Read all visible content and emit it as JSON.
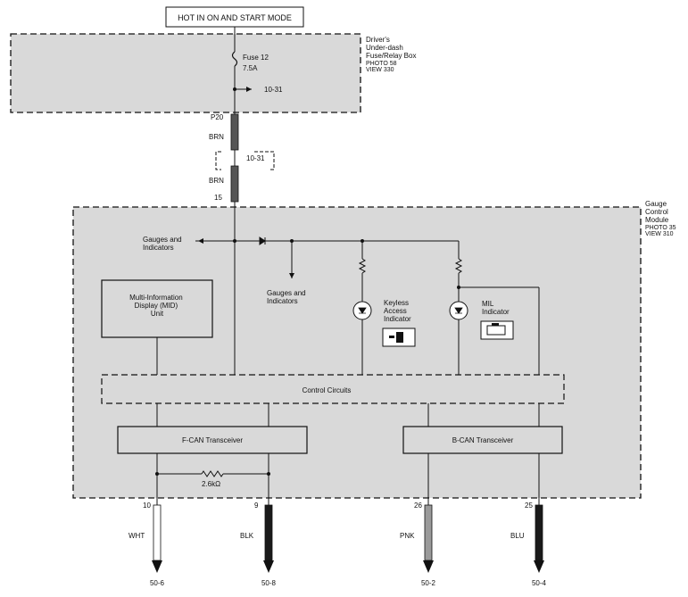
{
  "title": "HOT IN ON AND START MODE",
  "fuse_box": {
    "lines": [
      "Driver's",
      "Under-dash",
      "Fuse/Relay Box",
      "PHOTO 58",
      "VIEW 330"
    ],
    "fuse_name": "Fuse 12",
    "fuse_rating": "7.5A",
    "branch_ref": "10-31"
  },
  "wire_top": {
    "pin_top": "P20",
    "color_upper": "BRN",
    "splice_ref": "10-31",
    "color_lower": "BRN",
    "pin_bottom": "15"
  },
  "module": {
    "lines": [
      "Gauge",
      "Control",
      "Module",
      "PHOTO 35",
      "VIEW 310"
    ],
    "gauges_left": [
      "Gauges and",
      "Indicators"
    ],
    "gauges_mid": [
      "Gauges and",
      "Indicators"
    ],
    "mid_unit": [
      "Multi-Information",
      "Display (MID)",
      "Unit"
    ],
    "keyless": [
      "Keyless",
      "Access",
      "Indicator"
    ],
    "mil": [
      "MIL",
      "Indicator"
    ],
    "control_circuits": "Control Circuits",
    "fcan": "F-CAN Transceiver",
    "bcan": "B-CAN Transceiver",
    "resistor": "2.6kΩ"
  },
  "outputs": [
    {
      "pin": "10",
      "color": "WHT",
      "ref": "50-6",
      "fill": "#ffffff"
    },
    {
      "pin": "9",
      "color": "BLK",
      "ref": "50-8",
      "fill": "#1a1a1a"
    },
    {
      "pin": "26",
      "color": "PNK",
      "ref": "50-2",
      "fill": "#9a9a9a"
    },
    {
      "pin": "25",
      "color": "BLU",
      "ref": "50-4",
      "fill": "#1a1a1a"
    }
  ],
  "colors": {
    "panel": "#d9d9d9",
    "wire_brn": "#555555"
  }
}
